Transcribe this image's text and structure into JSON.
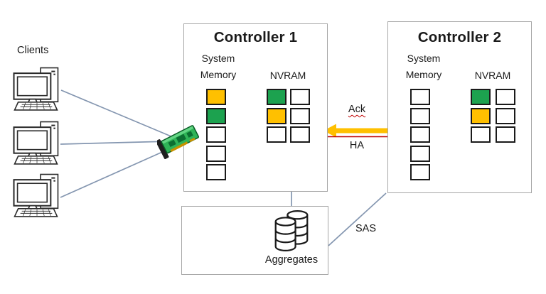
{
  "colors": {
    "orange": "#FFC000",
    "green": "#1CA24F",
    "arrow": "#FFC000",
    "ha-line": "#C00000",
    "connector": "#8496B0",
    "box-border": "#A6A6A6",
    "cell-border": "#1A1A1A"
  },
  "clients": {
    "label": "Clients",
    "count": 3,
    "icon": "desktop-computer-icon"
  },
  "network_adapter": {
    "icon": "network-card-icon"
  },
  "controller1": {
    "title": "Controller 1",
    "system_memory_label": "System Memory",
    "nvram_label": "NVRAM",
    "system_memory_cells": [
      "orange",
      "green",
      "white",
      "white",
      "white"
    ],
    "nvram_cells_col1": [
      "green",
      "orange",
      "white"
    ],
    "nvram_cells_col2": [
      "white",
      "white",
      "white"
    ]
  },
  "controller2": {
    "title": "Controller 2",
    "system_memory_label": "System Memory",
    "nvram_label": "NVRAM",
    "system_memory_cells": [
      "white",
      "white",
      "white",
      "white",
      "white"
    ],
    "nvram_cells_col1": [
      "green",
      "orange",
      "white"
    ],
    "nvram_cells_col2": [
      "white",
      "white",
      "white"
    ]
  },
  "interconnect": {
    "ack_label": "Ack",
    "ha_label": "HA"
  },
  "storage": {
    "sas_label": "SAS",
    "aggregates_label": "Aggregates",
    "icon": "database-icon"
  }
}
